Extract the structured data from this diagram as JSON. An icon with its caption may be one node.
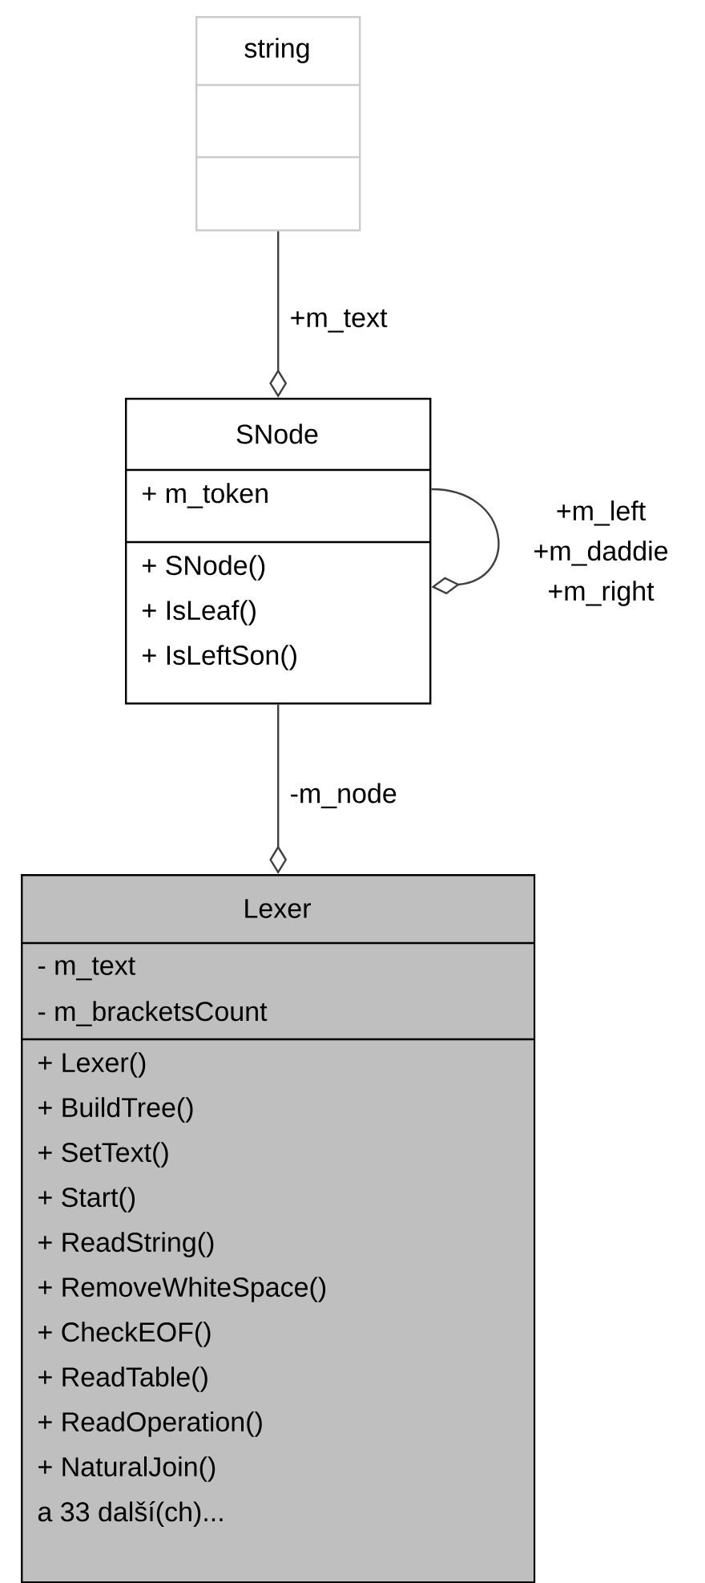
{
  "diagram": {
    "nodes": [
      {
        "text": [
          "string"
        ]
      },
      {
        "text": [
          "SNode",
          "+ m_token",
          "+ SNode()",
          "+ IsLeaf()",
          "+ IsLeftSon()"
        ]
      },
      {
        "text": [
          "Lexer",
          "- m_text",
          "- m_bracketsCount",
          "+ Lexer()",
          "+ BuildTree()",
          "+ SetText()",
          "+ Start()",
          "+ ReadString()",
          "+ RemoveWhiteSpace()",
          "+ CheckEOF()",
          "+ ReadTable()",
          "+ ReadOperation()",
          "+ NaturalJoin()",
          "a 33 další(ch)..."
        ]
      }
    ],
    "edges": [
      {
        "from": 0,
        "to": 1,
        "arrow": "other",
        "label": "+m_text"
      },
      {
        "from": 1,
        "to": 1,
        "arrow": "other",
        "label": "+m_left +m_daddie +m_right"
      },
      {
        "from": 1,
        "to": 2,
        "arrow": "other",
        "label": "-m_node"
      }
    ]
  }
}
